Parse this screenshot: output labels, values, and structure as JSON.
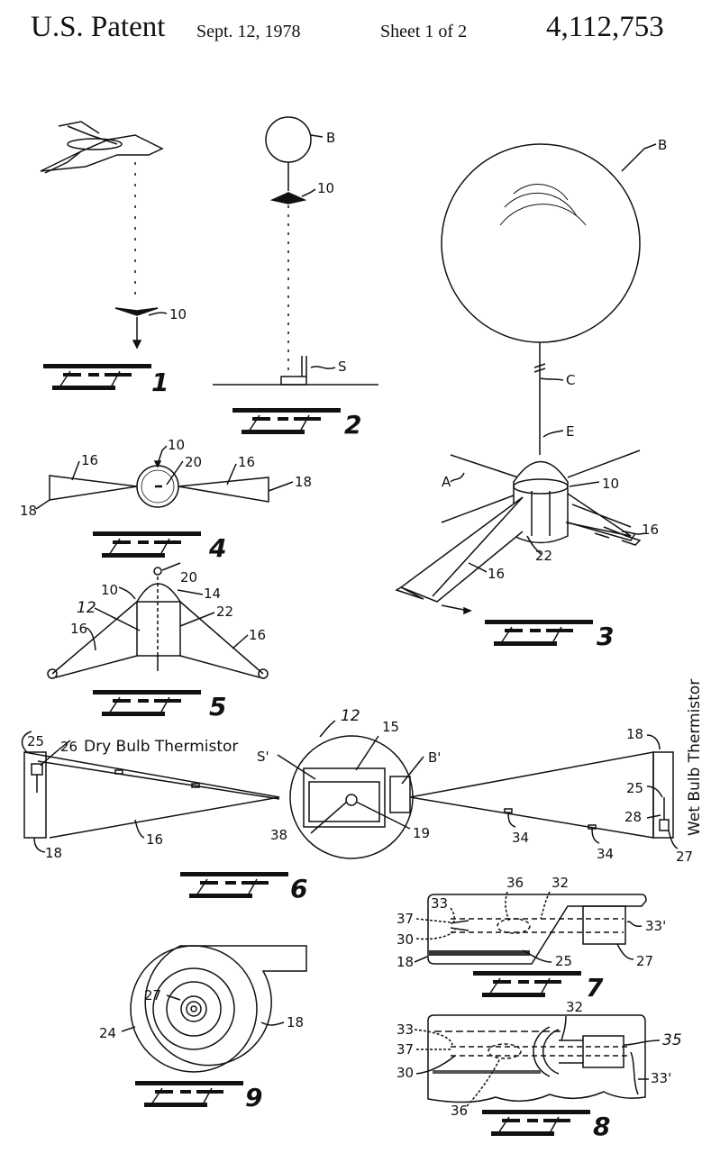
{
  "header": {
    "title": "U.S. Patent",
    "date": "Sept. 12, 1978",
    "sheet": "Sheet 1 of 2",
    "patent_number": "4,112,753"
  },
  "figures": [
    {
      "number": "1",
      "labels": [
        "10"
      ]
    },
    {
      "number": "2",
      "labels": [
        "B",
        "10",
        "S"
      ]
    },
    {
      "number": "3",
      "labels": [
        "B",
        "C",
        "E",
        "A",
        "10",
        "16",
        "22",
        "16"
      ]
    },
    {
      "number": "4",
      "labels": [
        "10",
        "20",
        "16",
        "16",
        "18",
        "18"
      ]
    },
    {
      "number": "5",
      "labels": [
        "10",
        "12",
        "20",
        "14",
        "22",
        "16",
        "16"
      ]
    },
    {
      "number": "6",
      "labels": [
        "12",
        "15",
        "S'",
        "B'",
        "25",
        "26",
        "18",
        "16",
        "38",
        "19",
        "34",
        "34",
        "18",
        "25",
        "28",
        "27"
      ]
    },
    {
      "number": "7",
      "labels": [
        "33",
        "36",
        "32",
        "37",
        "30",
        "18",
        "25",
        "27",
        "33'"
      ]
    },
    {
      "number": "8",
      "labels": [
        "32",
        "33",
        "37",
        "30",
        "36",
        "35",
        "33'"
      ]
    },
    {
      "number": "9",
      "labels": [
        "27",
        "24",
        "18"
      ]
    }
  ],
  "annotations": {
    "dry_bulb": "Dry Bulb Thermistor",
    "wet_bulb": "Wet Bulb Thermistor"
  },
  "fig_labels": {
    "f1": "1",
    "f2": "2",
    "f3": "3",
    "f4": "4",
    "f5": "5",
    "f6": "6",
    "f7": "7",
    "f8": "8",
    "f9": "9"
  },
  "ref": {
    "r10": "10",
    "rB": "B",
    "rS": "S",
    "rC": "C",
    "rE": "E",
    "rA": "A",
    "r16": "16",
    "r22": "22",
    "r20": "20",
    "r18": "18",
    "r12": "12",
    "r14": "14",
    "r15": "15",
    "rSp": "S'",
    "rBp": "B'",
    "r25": "25",
    "r26": "26",
    "r38": "38",
    "r19": "19",
    "r34": "34",
    "r28": "28",
    "r27": "27",
    "r33": "33",
    "r36": "36",
    "r32": "32",
    "r37": "37",
    "r30": "30",
    "r33p": "33'",
    "r35": "35",
    "r24": "24"
  }
}
